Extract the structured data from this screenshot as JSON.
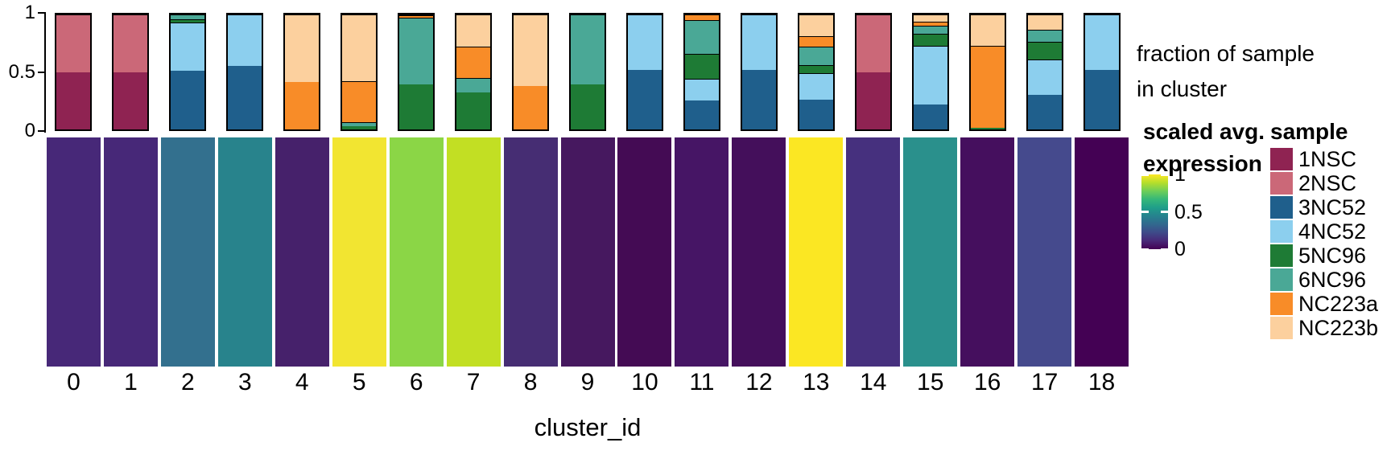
{
  "caption": {
    "line1": "fraction of sample",
    "line2": "in cluster"
  },
  "axes": {
    "x_label": "cluster_id",
    "y_ticks": [
      {
        "label": "1",
        "value": 1
      },
      {
        "label": "0.5",
        "value": 0.5
      },
      {
        "label": "0",
        "value": 0
      }
    ]
  },
  "samples": [
    {
      "name": "1NSC",
      "color": "#8f2352"
    },
    {
      "name": "2NSC",
      "color": "#cb6878"
    },
    {
      "name": "3NC52",
      "color": "#1f5f8c"
    },
    {
      "name": "4NC52",
      "color": "#8ccfee"
    },
    {
      "name": "5NC96",
      "color": "#1e7b35"
    },
    {
      "name": "6NC96",
      "color": "#4aa896"
    },
    {
      "name": "NC223a",
      "color": "#f88c28"
    },
    {
      "name": "NC223b",
      "color": "#fcd09e"
    }
  ],
  "sample_legend": {
    "title": "sample"
  },
  "expression_legend": {
    "title1": "scaled avg.",
    "title2": "expression",
    "ticks": [
      {
        "label": "1",
        "pos": 0
      },
      {
        "label": "0.5",
        "pos": 0.5
      },
      {
        "label": "0",
        "pos": 1
      }
    ],
    "gradient": [
      "#fde725",
      "#b5de2b",
      "#6ece58",
      "#35b779",
      "#1f9e89",
      "#26828e",
      "#31688e",
      "#3e4a89",
      "#482878",
      "#440154"
    ]
  },
  "chart_data": [
    {
      "type": "bar",
      "stacked": true,
      "title": "fraction of sample in cluster",
      "categories": [
        "0",
        "1",
        "2",
        "3",
        "4",
        "5",
        "6",
        "7",
        "8",
        "9",
        "10",
        "11",
        "12",
        "13",
        "14",
        "15",
        "16",
        "17",
        "18"
      ],
      "ylim": [
        0,
        1
      ],
      "yticks": [
        0,
        0.5,
        1
      ],
      "series": [
        {
          "name": "1NSC",
          "values": [
            0.5,
            0.5,
            0,
            0,
            0,
            0,
            0,
            0,
            0,
            0,
            0,
            0,
            0,
            0,
            0.5,
            0,
            0,
            0,
            0
          ]
        },
        {
          "name": "2NSC",
          "values": [
            0.5,
            0.5,
            0,
            0,
            0,
            0,
            0,
            0,
            0,
            0,
            0,
            0,
            0,
            0,
            0.5,
            0,
            0,
            0,
            0
          ]
        },
        {
          "name": "3NC52",
          "values": [
            0,
            0,
            0.51,
            0.55,
            0,
            0,
            0,
            0,
            0,
            0,
            0.52,
            0.25,
            0.52,
            0.26,
            0,
            0.22,
            0,
            0.3,
            0.52
          ]
        },
        {
          "name": "4NC52",
          "values": [
            0,
            0,
            0.42,
            0.45,
            0,
            0,
            0,
            0,
            0,
            0,
            0.48,
            0.19,
            0.48,
            0.23,
            0,
            0.51,
            0,
            0.31,
            0.48
          ]
        },
        {
          "name": "5NC96",
          "values": [
            0,
            0,
            0.03,
            0,
            0,
            0.025,
            0.39,
            0.32,
            0,
            0.39,
            0,
            0.22,
            0,
            0.07,
            0,
            0.1,
            0.015,
            0.15,
            0
          ]
        },
        {
          "name": "6NC96",
          "values": [
            0,
            0,
            0.04,
            0,
            0,
            0.035,
            0.585,
            0.13,
            0,
            0.61,
            0,
            0.29,
            0,
            0.16,
            0,
            0.07,
            0,
            0.11,
            0
          ]
        },
        {
          "name": "NC223a",
          "values": [
            0,
            0,
            0,
            0,
            0.41,
            0.36,
            0.015,
            0.27,
            0.38,
            0,
            0,
            0.05,
            0,
            0.09,
            0,
            0.04,
            0.715,
            0,
            0
          ]
        },
        {
          "name": "NC223b",
          "values": [
            0,
            0,
            0,
            0,
            0.59,
            0.58,
            0.01,
            0.28,
            0.62,
            0,
            0,
            0,
            0,
            0.19,
            0,
            0.06,
            0.27,
            0.13,
            0
          ]
        }
      ]
    },
    {
      "type": "heatmap",
      "title": "scaled avg. expression",
      "categories": [
        "0",
        "1",
        "2",
        "3",
        "4",
        "5",
        "6",
        "7",
        "8",
        "9",
        "10",
        "11",
        "12",
        "13",
        "14",
        "15",
        "16",
        "17",
        "18"
      ],
      "values": [
        0.15,
        0.15,
        0.45,
        0.55,
        0.12,
        0.93,
        0.8,
        0.85,
        0.16,
        0.08,
        0.03,
        0.07,
        0.05,
        0.97,
        0.18,
        0.56,
        0.05,
        0.25,
        0.01
      ],
      "tile_colors": [
        "#472878",
        "#472878",
        "#33708e",
        "#28838c",
        "#46216b",
        "#f2e531",
        "#8bd646",
        "#c2df23",
        "#462d73",
        "#46185f",
        "#440b54",
        "#461565",
        "#440f5b",
        "#fbe723",
        "#46307e",
        "#2a908c",
        "#450f5e",
        "#454a8d",
        "#440154"
      ],
      "colormap": "viridis",
      "range": [
        0,
        1
      ],
      "legend_position": "right"
    }
  ]
}
